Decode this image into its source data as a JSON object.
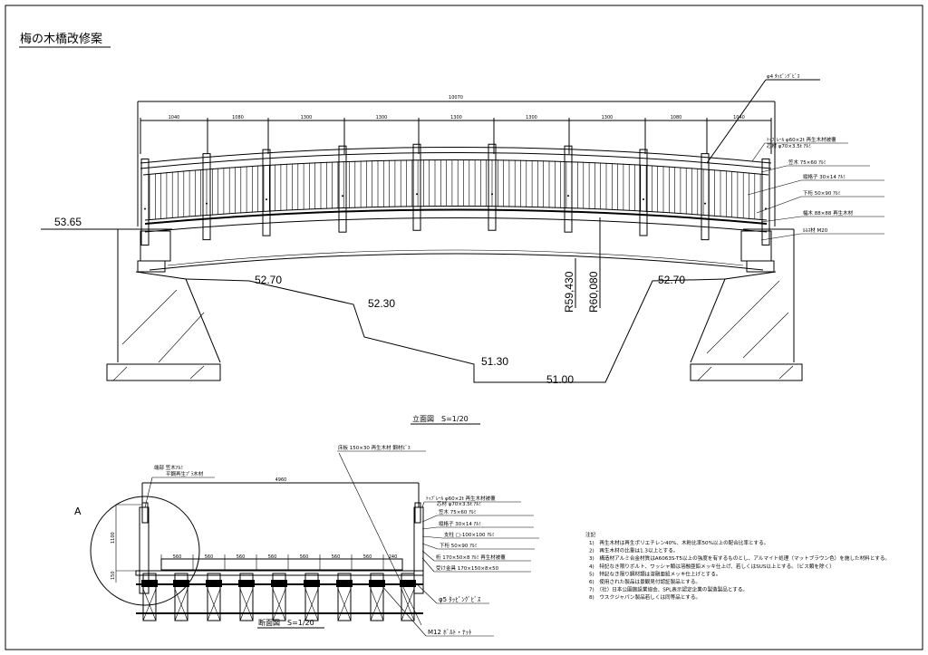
{
  "title": "梅の木橋改修案",
  "elevation": {
    "label": "立面図　S=1/20",
    "overall_dim": "10070",
    "span_dims": [
      "1040",
      "1080",
      "1300",
      "1300",
      "1300",
      "1300",
      "1300",
      "1080",
      "1040"
    ],
    "levels": {
      "abutment": "53.65",
      "left_bank": "52.70",
      "step1": "52.30",
      "step2": "51.30",
      "bottom": "51.00",
      "right_bank": "52.70"
    },
    "radii": [
      "R59,430",
      "R60,080"
    ],
    "annotations": [
      "φ4 ﾀｯﾋﾟﾝｸﾞﾋﾞｽ",
      "ﾄｯﾌﾟﾚｰﾙ φ60×2t 再生木材被覆",
      "芯材 φ70×3.5t ｱﾙﾐ",
      "笠木 75×60 ｱﾙﾐ",
      "縦格子 30×14 ｱﾙﾐ",
      "下桁 50×90 ｱﾙﾐ",
      "幅木 88×88 再生木材",
      "ﾙﾙｽ材 M20"
    ]
  },
  "section": {
    "label": "断面図　S=1/20",
    "detail_marker": "A",
    "width_dim": "4960",
    "height_dim": "1100",
    "deck_dim": "150",
    "board_dims": [
      "560",
      "560",
      "560",
      "560",
      "560",
      "560",
      "560",
      "240"
    ],
    "top_left_annotation": [
      "端部 笠木ｱﾙﾐ",
      "平鋼再生ﾌﾟﾗ木材"
    ],
    "deck_annotation": "床板 150×30 再生木材 鋼材ﾋﾞｽ",
    "annotations": [
      "ﾄｯﾌﾟﾚｰﾙ φ60×2t 再生木材被覆",
      "芯材 φ70×3.5t ｱﾙﾐ",
      "笠木 75×60 ｱﾙﾐ",
      "縦格子 30×14 ｱﾙﾐ",
      "支柱 □-100×100 ｱﾙﾐ",
      "下桁 50×90 ｱﾙﾐ",
      "桁 170×50×8 ｱﾙﾐ 再生材被覆",
      "受け金具 170×150×8×50"
    ],
    "screw_annotation": "φ5 ﾀｯﾋﾟﾝｸﾞﾋﾞｽ",
    "bolt_annotation": "M12 ﾎﾞﾙﾄ・ﾅｯﾄ"
  },
  "notes": {
    "heading": "注記",
    "items": [
      "1)　再生木材は再生ポリエチレン40%、木粉比率50%以上の配合比率とする。",
      "2)　再生木材の比重は1.3以上とする。",
      "3)　構造材アルミ合金材質はA6063S-T5以上の強度を有するものとし、アルマイト処理（マットブラウン色）を施した材料とする。",
      "4)　特記なき限りボルト、ワッシャ類は溶融亜鉛メッキ仕上げ、若しくはSUS以上とする。（ビス類を除く）",
      "5)　特記なき限り鋼材類は溶融亜鉛メッキ仕上げとする。",
      "6)　使用された製品は景観見付認証製品とする。",
      "7)　（社）日本公園施設業協会、SPL表示認定企業の製造製品とする。",
      "8)　ウスクジャパン製品若しくは同等品とする。"
    ]
  }
}
